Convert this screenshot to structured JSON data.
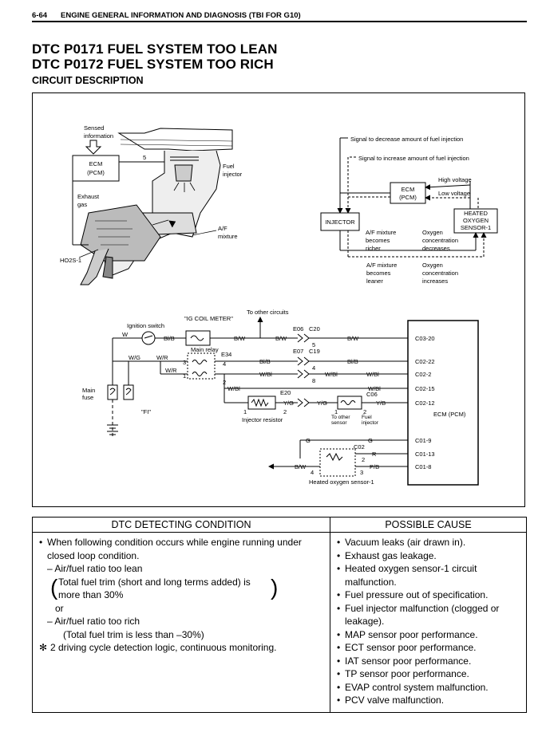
{
  "header": {
    "page": "6-64",
    "section": "ENGINE GENERAL INFORMATION AND DIAGNOSIS (TBI FOR G10)"
  },
  "title1": "DTC P0171 FUEL SYSTEM TOO LEAN",
  "title2": "DTC P0172 FUEL SYSTEM TOO RICH",
  "subtitle": "CIRCUIT DESCRIPTION",
  "system": {
    "sensed1": "Sensed",
    "sensed2": "information",
    "ecm1": "ECM",
    "ecm2": "(PCM)",
    "num5": "5",
    "fuel1": "Fuel",
    "fuel2": "injector",
    "exh1": "Exhaust",
    "exh2": "gas",
    "af1": "A/F",
    "af2": "mixture",
    "ho2s": "HO2S-1"
  },
  "loop": {
    "sig_dec": "Signal to decrease amount of fuel injection",
    "sig_inc": "Signal to increase amount of fuel injection",
    "ecm1": "ECM",
    "ecm2": "(PCM)",
    "high_v": "High voltage",
    "low_v": "Low voltage",
    "injector": "INJECTOR",
    "sensor1": "HEATED",
    "sensor2": "OXYGEN",
    "sensor3": "SENSOR-1",
    "rich1": "A/F mixture",
    "rich2": "becomes",
    "rich3": "richer",
    "dec1": "Oxygen",
    "dec2": "concentration",
    "dec3": "decreases",
    "lean1": "A/F mixture",
    "lean2": "becomes",
    "lean3": "leaner",
    "inc1": "Oxygen",
    "inc2": "concentration",
    "inc3": "increases"
  },
  "wiring": {
    "other_circuits": "To other circuits",
    "ig_coil": "\"IG COIL METER\"",
    "ign_switch": "Ignition switch",
    "main_relay": "Main relay",
    "main_fuse1": "Main",
    "main_fuse2": "fuse",
    "fi": "\"FI\"",
    "inj_resistor": "Injector resistor",
    "to_other1": "To other",
    "to_other2": "sensor",
    "fuel1": "Fuel",
    "fuel2": "injector",
    "hos": "Heated oxygen sensor-1",
    "ecm": "ECM (PCM)",
    "c_e06": "E06",
    "c_c20": "C20",
    "c_e07": "E07",
    "c_c19": "C19",
    "c_e34": "E34",
    "c_e20": "E20",
    "c_c06": "C06",
    "c_c02": "C02",
    "w_w": "W",
    "w_blb": "Bl/B",
    "w_bw": "B/W",
    "w_wg": "W/G",
    "w_wr": "W/R",
    "w_wbl": "W/Bl",
    "w_yg": "Y/G",
    "w_yb": "Y/B",
    "w_g": "G",
    "w_r": "R",
    "w_pb": "P/B",
    "p_cr20": "C03-20",
    "p_c22": "C02-22",
    "p_c2": "C02-2",
    "p_c15": "C02-15",
    "p_c12": "C02-12",
    "p_c9": "C01-9",
    "p_c13": "C01-13",
    "p_c8": "C01-8",
    "n1": "1",
    "n2": "2",
    "n3": "3",
    "n4": "4",
    "n5": "5",
    "n8": "8"
  },
  "table": {
    "col1": "DTC DETECTING CONDITION",
    "col2": "POSSIBLE CAUSE",
    "cond": [
      "When following condition occurs while engine running under",
      "closed loop condition.",
      "– Air/fuel ratio too lean",
      "Total fuel trim (short and long terms added) is",
      "more than 30%",
      "or",
      "– Air/fuel ratio too rich",
      "(Total fuel trim is less than –30%)",
      "2 driving cycle detection logic, continuous monitoring."
    ],
    "causes": [
      "Vacuum leaks (air drawn in).",
      "Exhaust gas leakage.",
      "Heated oxygen sensor-1 circuit",
      "malfunction.",
      "Fuel pressure out of specification.",
      "Fuel injector malfunction (clogged or",
      "leakage).",
      "MAP sensor poor performance.",
      "ECT sensor poor performance.",
      "IAT sensor poor performance.",
      "TP sensor poor performance.",
      "EVAP control system malfunction.",
      "PCV valve malfunction."
    ]
  }
}
